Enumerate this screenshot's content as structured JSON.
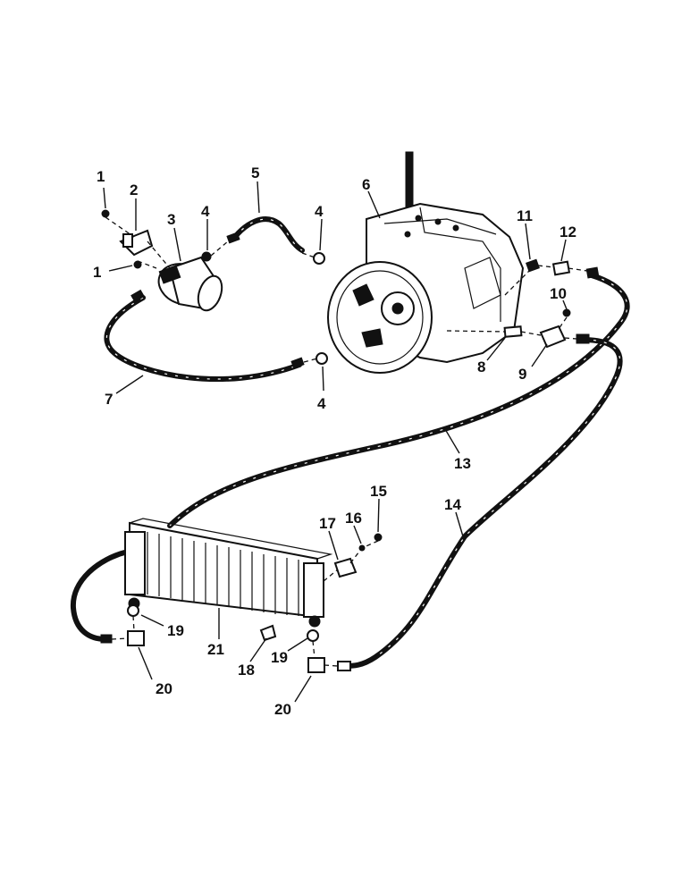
{
  "callouts": [
    {
      "id": "c1a",
      "label": "1"
    },
    {
      "id": "c1b",
      "label": "1"
    },
    {
      "id": "c2",
      "label": "2"
    },
    {
      "id": "c3",
      "label": "3"
    },
    {
      "id": "c4a",
      "label": "4"
    },
    {
      "id": "c4b",
      "label": "4"
    },
    {
      "id": "c4c",
      "label": "4"
    },
    {
      "id": "c5",
      "label": "5"
    },
    {
      "id": "c6",
      "label": "6"
    },
    {
      "id": "c7",
      "label": "7"
    },
    {
      "id": "c8",
      "label": "8"
    },
    {
      "id": "c9",
      "label": "9"
    },
    {
      "id": "c10",
      "label": "10"
    },
    {
      "id": "c11",
      "label": "11"
    },
    {
      "id": "c12",
      "label": "12"
    },
    {
      "id": "c13",
      "label": "13"
    },
    {
      "id": "c14",
      "label": "14"
    },
    {
      "id": "c15",
      "label": "15"
    },
    {
      "id": "c16",
      "label": "16"
    },
    {
      "id": "c17",
      "label": "17"
    },
    {
      "id": "c18",
      "label": "18"
    },
    {
      "id": "c19a",
      "label": "19"
    },
    {
      "id": "c19b",
      "label": "19"
    },
    {
      "id": "c20a",
      "label": "20"
    },
    {
      "id": "c20b",
      "label": "20"
    },
    {
      "id": "c21",
      "label": "21"
    }
  ]
}
